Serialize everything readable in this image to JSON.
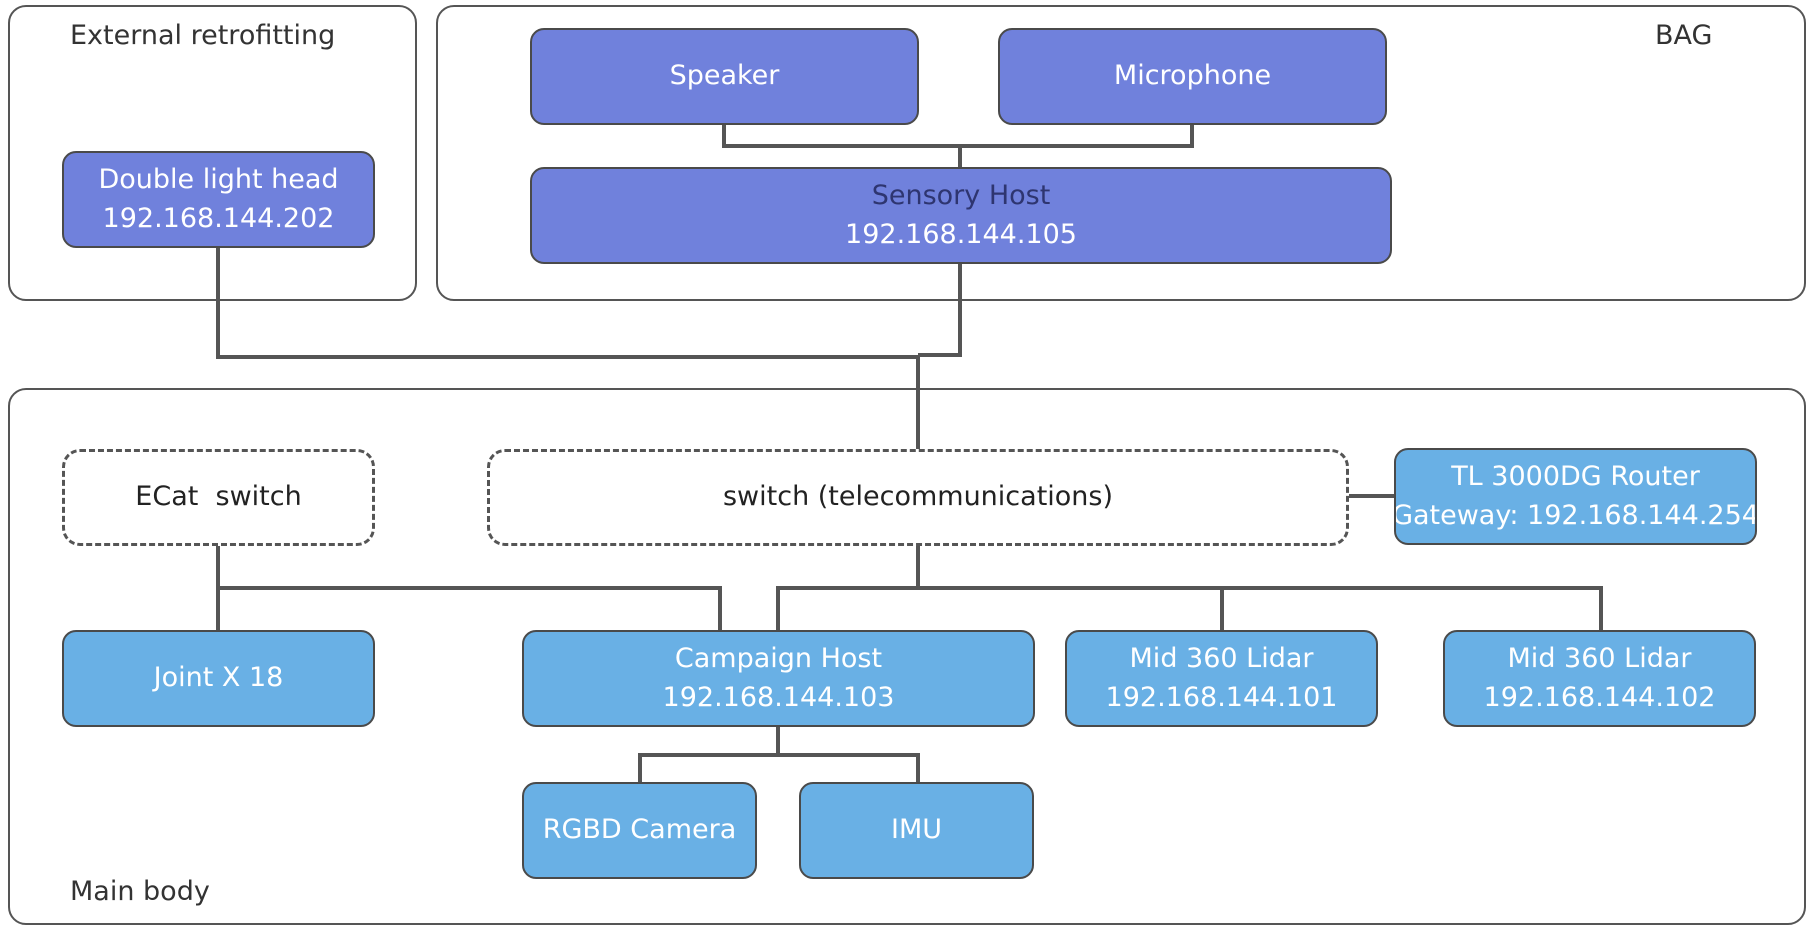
{
  "groups": {
    "external": {
      "label": "External retrofitting"
    },
    "bag": {
      "label": "BAG"
    },
    "main": {
      "label": "Main body"
    }
  },
  "nodes": {
    "double_light_head": {
      "title": "Double light head",
      "ip": "192.168.144.202"
    },
    "speaker": {
      "title": "Speaker"
    },
    "microphone": {
      "title": "Microphone"
    },
    "sensory_host": {
      "title": "Sensory Host",
      "ip": "192.168.144.105"
    },
    "ecat_switch": {
      "title": "ECat  switch"
    },
    "telecom_switch": {
      "title": "switch (telecommunications)"
    },
    "router": {
      "title": "TL 3000DG Router",
      "gateway": "Gateway: 192.168.144.254"
    },
    "joint": {
      "title": "Joint X 18"
    },
    "campaign_host": {
      "title": "Campaign Host",
      "ip": "192.168.144.103"
    },
    "lidar_1": {
      "title": "Mid 360 Lidar",
      "ip": "192.168.144.101"
    },
    "lidar_2": {
      "title": "Mid 360 Lidar",
      "ip": "192.168.144.102"
    },
    "rgbd_camera": {
      "title": "RGBD Camera"
    },
    "imu": {
      "title": "IMU"
    }
  },
  "colors": {
    "bag_nodes": "#7081dc",
    "main_nodes": "#69b0e5",
    "lines": "#555555"
  }
}
